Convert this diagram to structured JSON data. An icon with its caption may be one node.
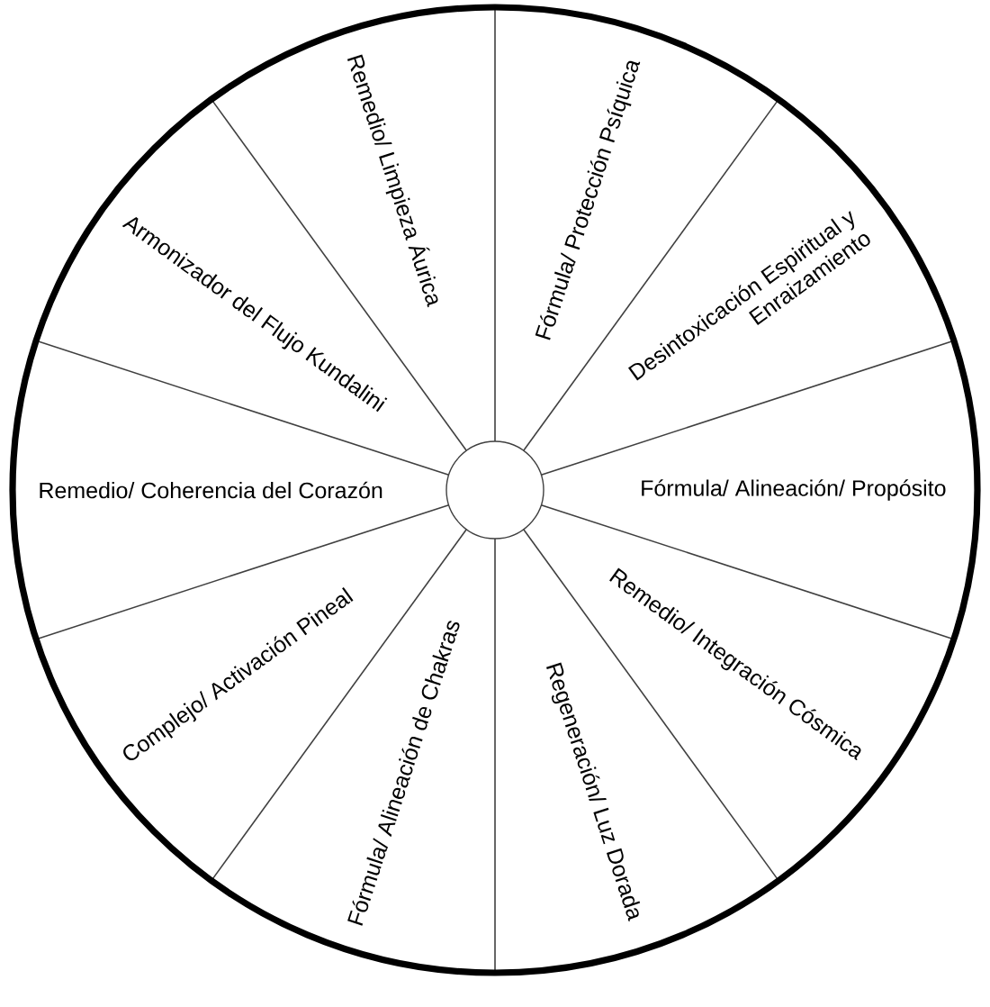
{
  "diagram": {
    "nodes": [
      {
        "text": [
          "Fórmula/ Protección Psíquica"
        ]
      },
      {
        "text": [
          "Desintoxicación Espiritual y Enraizamiento"
        ]
      },
      {
        "text": [
          "Fórmula/ Alineación/ Propósito"
        ]
      },
      {
        "text": [
          "Remedio/ Integración Cósmica"
        ]
      },
      {
        "text": [
          "Regeneración/ Luz Dorada"
        ]
      },
      {
        "text": [
          "Fórmula/ Alineación de Chakras"
        ]
      },
      {
        "text": [
          "Complejo/ Activación Pineal"
        ]
      },
      {
        "text": [
          "Remedio/ Coherencia del Corazón"
        ]
      },
      {
        "text": [
          "Armonizador del Flujo Kundalini"
        ]
      },
      {
        "text": [
          "Remedio/ Limpieza Áurica"
        ]
      }
    ]
  }
}
